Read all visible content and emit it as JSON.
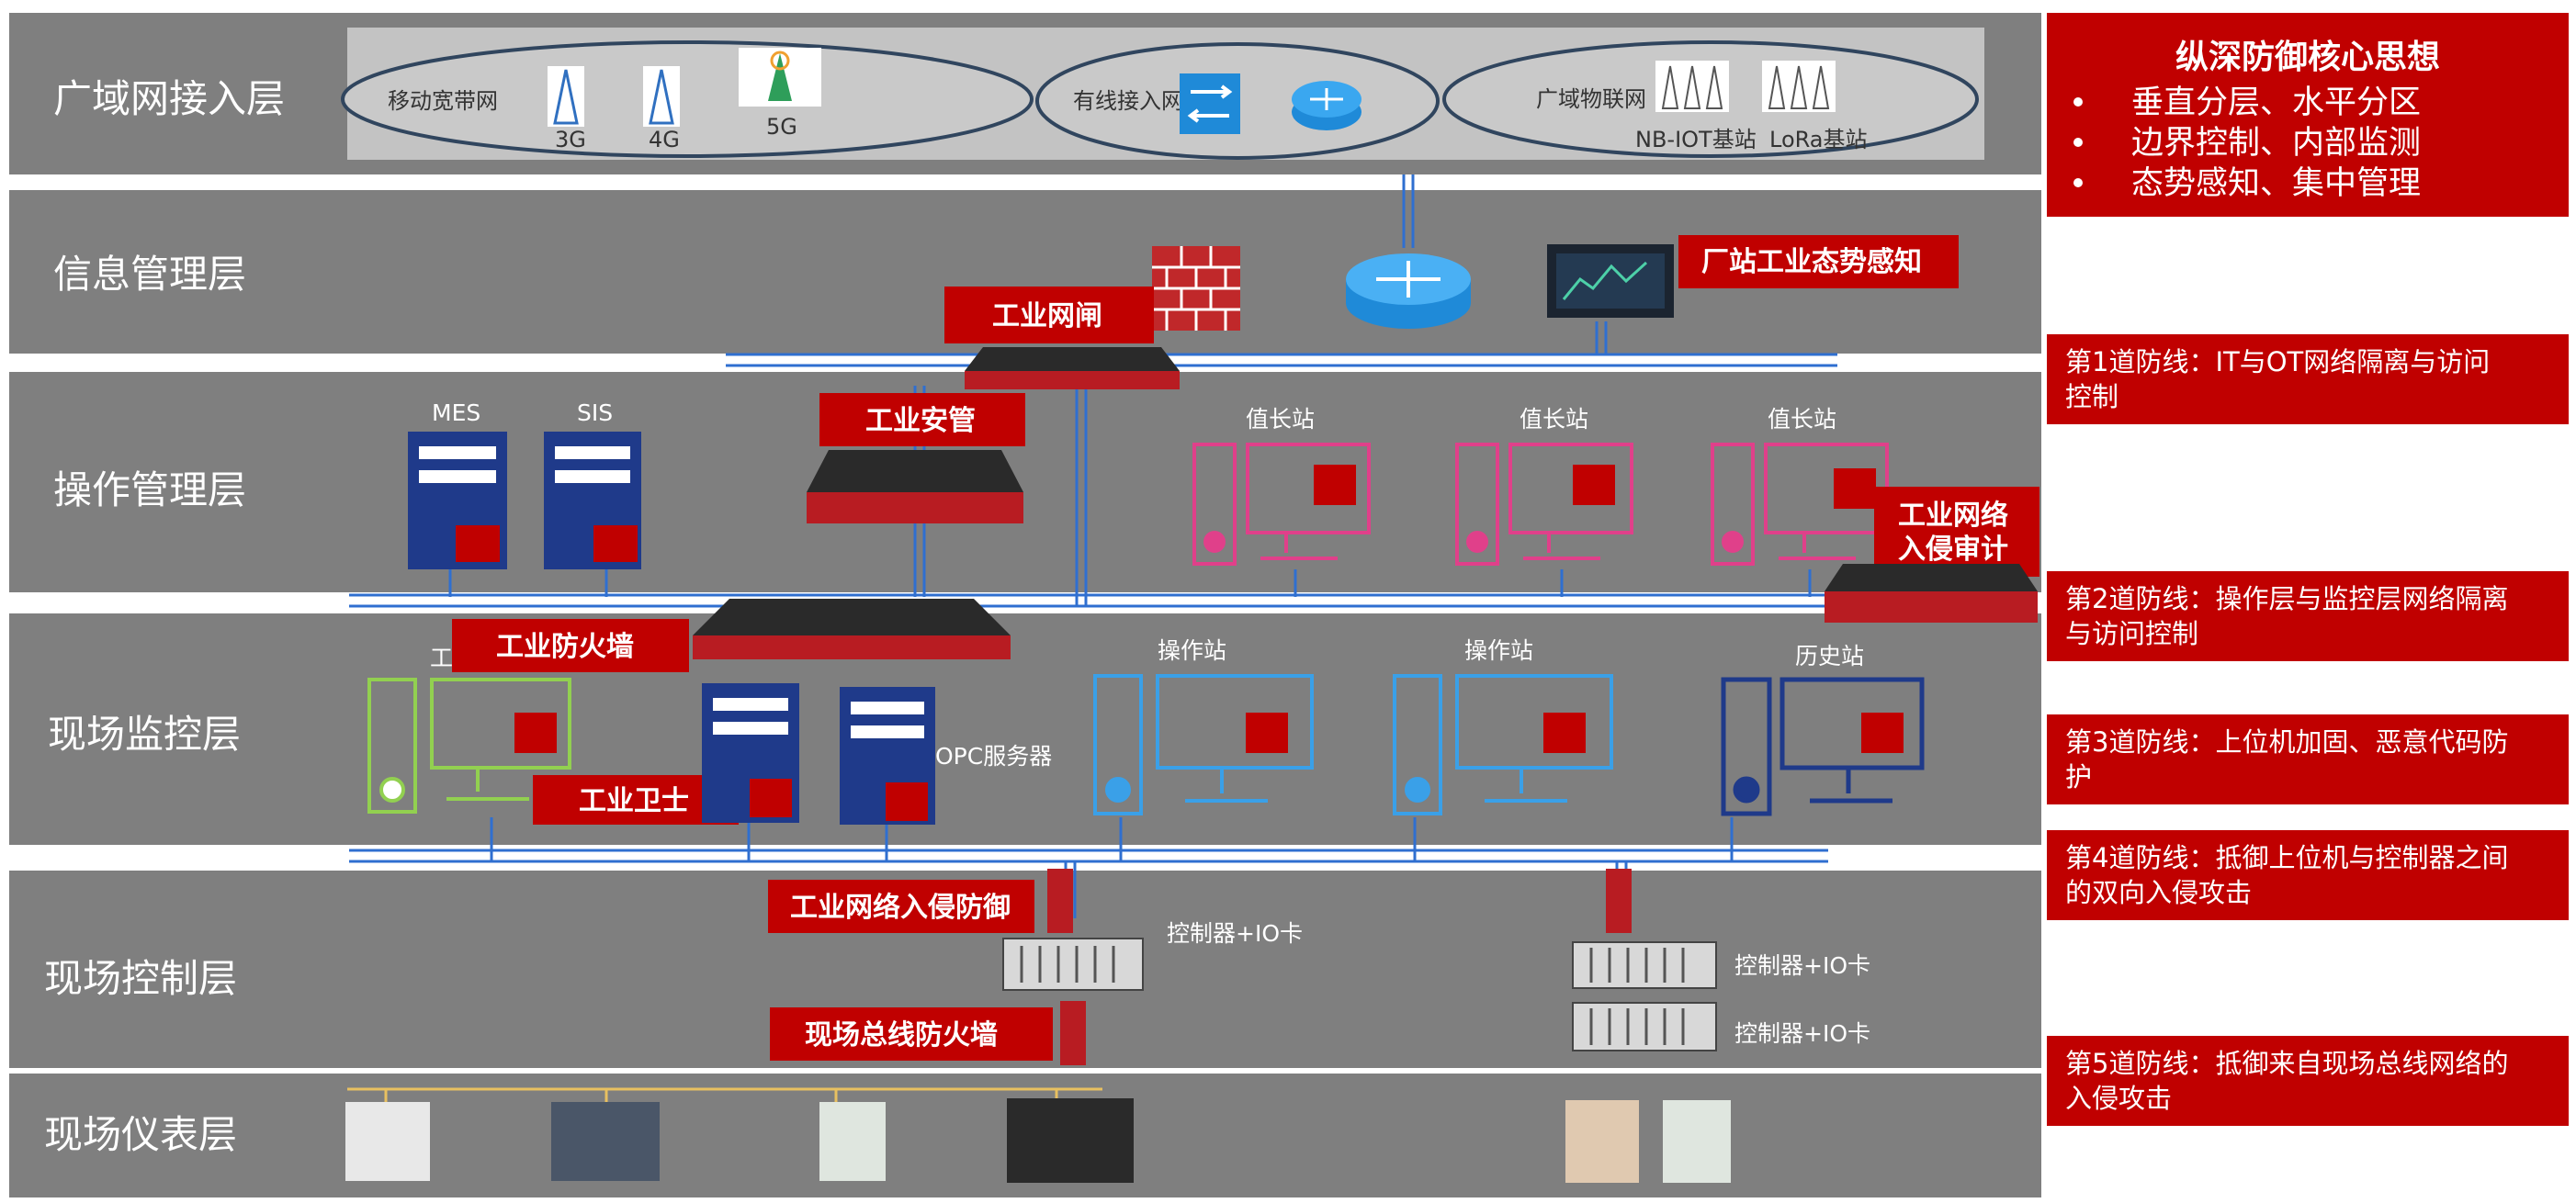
{
  "layers": [
    {
      "key": "wan",
      "label": "广域网接入层"
    },
    {
      "key": "info",
      "label": "信息管理层"
    },
    {
      "key": "ops",
      "label": "操作管理层"
    },
    {
      "key": "mon",
      "label": "现场监控层"
    },
    {
      "key": "ctrl",
      "label": "现场控制层"
    },
    {
      "key": "inst",
      "label": "现场仪表层"
    }
  ],
  "wan": {
    "mobile": "移动宽带网",
    "g3": "3G",
    "g4": "4G",
    "g5": "5G",
    "wired": "有线接入网",
    "iot": "广域物联网",
    "nbiot": "NB-IOT基站",
    "lora": "LoRa基站"
  },
  "tags": {
    "gateway": "工业网闸",
    "situation": "厂站工业态势感知",
    "security_mgmt": "工业安管",
    "firewall": "工业防火墙",
    "guard": "工业卫士",
    "ips": "工业网络入侵防御",
    "fieldbus_fw": "现场总线防火墙",
    "audit_line1": "工业网络",
    "audit_line2": "入侵审计"
  },
  "devices": {
    "mes": "MES",
    "sis": "SIS",
    "duty1": "值长站",
    "duty2": "值长站",
    "duty3": "值长站",
    "op1": "操作站",
    "op2": "操作站",
    "history": "历史站",
    "opc": "OPC服务器",
    "eng_partial": "工",
    "ctrl1": "控制器+IO卡",
    "ctrl2": "控制器+IO卡",
    "ctrl3": "控制器+IO卡"
  },
  "panel": {
    "title": "纵深防御核心思想",
    "bullets": [
      "垂直分层、水平分区",
      "边界控制、内部监测",
      "态势感知、集中管理"
    ],
    "defenses": [
      [
        "第1道防线：IT与OT网络隔离与访问",
        "控制"
      ],
      [
        "第2道防线：操作层与监控层网络隔离",
        "与访问控制"
      ],
      [
        "第3道防线：上位机加固、恶意代码防",
        "护"
      ],
      [
        "第4道防线：抵御上位机与控制器之间",
        "的双向入侵攻击"
      ],
      [
        "第5道防线：抵御来自现场总线网络的",
        "入侵攻击"
      ]
    ]
  },
  "colors": {
    "layer_bg": "#7f7f7f",
    "red": "#c00000",
    "net_blue": "#2f6fd0",
    "pink": "#e0408a",
    "navy": "#1f3a8a",
    "light_blue": "#3aa0e8",
    "green": "#92d050"
  }
}
